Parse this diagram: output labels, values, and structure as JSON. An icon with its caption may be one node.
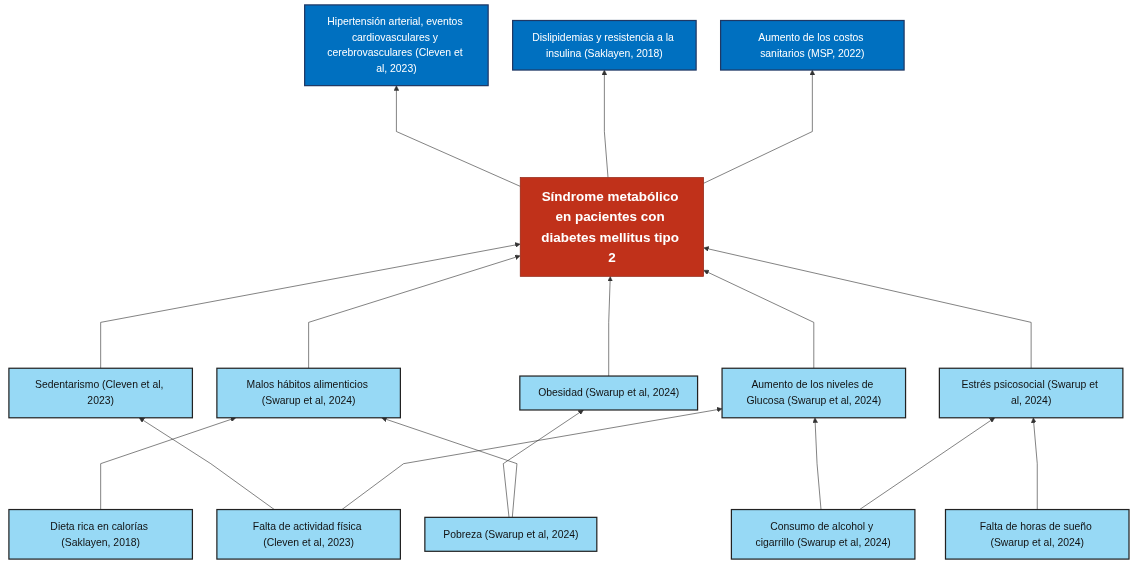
{
  "diagram": {
    "nodes": [
      {
        "text": [
          "Hipertensión arterial, eventos cardiovasculares y cerebrovasculares (Cleven et al, 2023)"
        ]
      },
      {
        "text": [
          "Dislipidemias y resistencia a la insulina (Saklayen, 2018)"
        ]
      },
      {
        "text": [
          "Aumento de los costos sanitarios (MSP, 2022)"
        ]
      },
      {
        "text": [
          "Síndrome metabólico en pacientes con diabetes mellitus tipo 2"
        ]
      },
      {
        "text": [
          "Malos hábitos alimenticios (Swarup et al, 2024)"
        ]
      },
      {
        "text": [
          "Sedentarismo (Cleven et al, 2023)"
        ]
      },
      {
        "text": [
          "Aumento de los niveles de Glucosa (Swarup et al, 2024)"
        ]
      },
      {
        "text": [
          "Estrés psicosocial (Swarup et al, 2024)"
        ]
      },
      {
        "text": [
          "Obesidad (Swarup et al, 2024)"
        ]
      },
      {
        "text": [
          "Dieta rica en calorías (Saklayen, 2018)"
        ]
      },
      {
        "text": [
          "Falta de actividad física (Cleven et al, 2023)"
        ]
      },
      {
        "text": [
          "Consumo de alcohol y cigarrillo (Swarup et al, 2024)"
        ]
      },
      {
        "text": [
          "Falta de horas de sueño (Swarup et al, 2024)"
        ]
      },
      {
        "text": [
          "Pobreza (Swarup et al, 2024)"
        ]
      }
    ],
    "edges": [
      {
        "from": 3,
        "to": 0,
        "arrow": "to"
      },
      {
        "from": 3,
        "to": 1,
        "arrow": "to"
      },
      {
        "from": 3,
        "to": 2,
        "arrow": "to"
      },
      {
        "from": 4,
        "to": 3,
        "arrow": "to"
      },
      {
        "from": 5,
        "to": 3,
        "arrow": "to"
      },
      {
        "from": 6,
        "to": 3,
        "arrow": "to"
      },
      {
        "from": 7,
        "to": 3,
        "arrow": "to"
      },
      {
        "from": 8,
        "to": 3,
        "arrow": "to"
      },
      {
        "from": 9,
        "to": 4,
        "arrow": "to"
      },
      {
        "from": 10,
        "to": 5,
        "arrow": "to"
      },
      {
        "from": 10,
        "to": 6,
        "arrow": "to"
      },
      {
        "from": 11,
        "to": 6,
        "arrow": "to"
      },
      {
        "from": 11,
        "to": 7,
        "arrow": "to"
      },
      {
        "from": 12,
        "to": 7,
        "arrow": "to"
      },
      {
        "from": 13,
        "to": 8,
        "arrow": "to"
      },
      {
        "from": 13,
        "to": 4,
        "arrow": "to"
      }
    ]
  }
}
